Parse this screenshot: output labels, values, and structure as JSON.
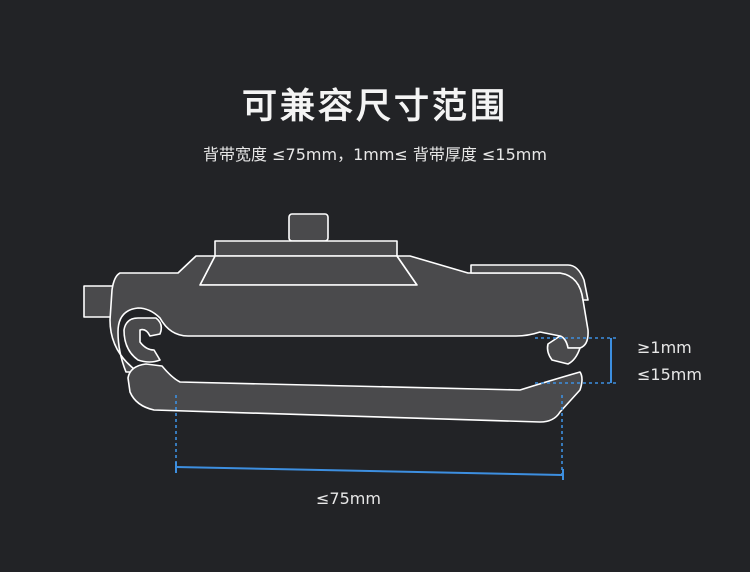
{
  "header": {
    "title": "可兼容尺寸范围",
    "subtitle": "背带宽度 ≤75mm，1mm≤ 背带厚度 ≤15mm"
  },
  "dimensions": {
    "thickness_min_label": "≥1mm",
    "thickness_max_label": "≤15mm",
    "width_label": "≤75mm"
  },
  "colors": {
    "background": "#222326",
    "body_fill": "#4a4a4c",
    "outline": "#ffffff",
    "dimension_line": "#3d8fe0"
  }
}
